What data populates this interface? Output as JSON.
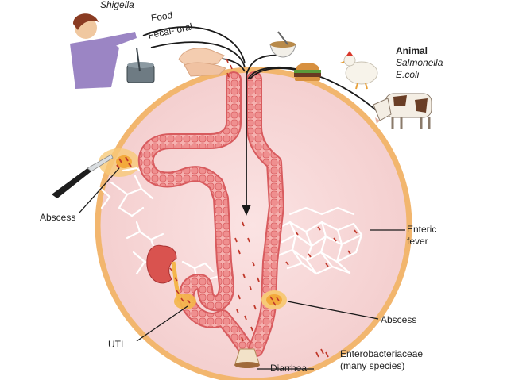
{
  "labels": {
    "shigella": "Shigella",
    "food": "Food",
    "fecal_oral": "Fecal- oral",
    "animal": "Animal",
    "salmonella": "Salmonella",
    "ecoli": "E.coli",
    "abscess_left": "Abscess",
    "enteric_fever_1": "Enteric",
    "enteric_fever_2": "fever",
    "abscess_right": "Abscess",
    "uti": "UTI",
    "diarrhea": "Diarrhea",
    "legend_1": "Enterobacteriaceae",
    "legend_2": "(many species)"
  },
  "colors": {
    "body_fill": "#f7d6d6",
    "body_rim": "#f2b66e",
    "intestine": "#e86f72",
    "intestine_light": "#f6b2b0",
    "bacteria": "#c0392b",
    "abscess": "#f4b64a",
    "kidney": "#d9534f",
    "line": "#1a1a1a"
  }
}
